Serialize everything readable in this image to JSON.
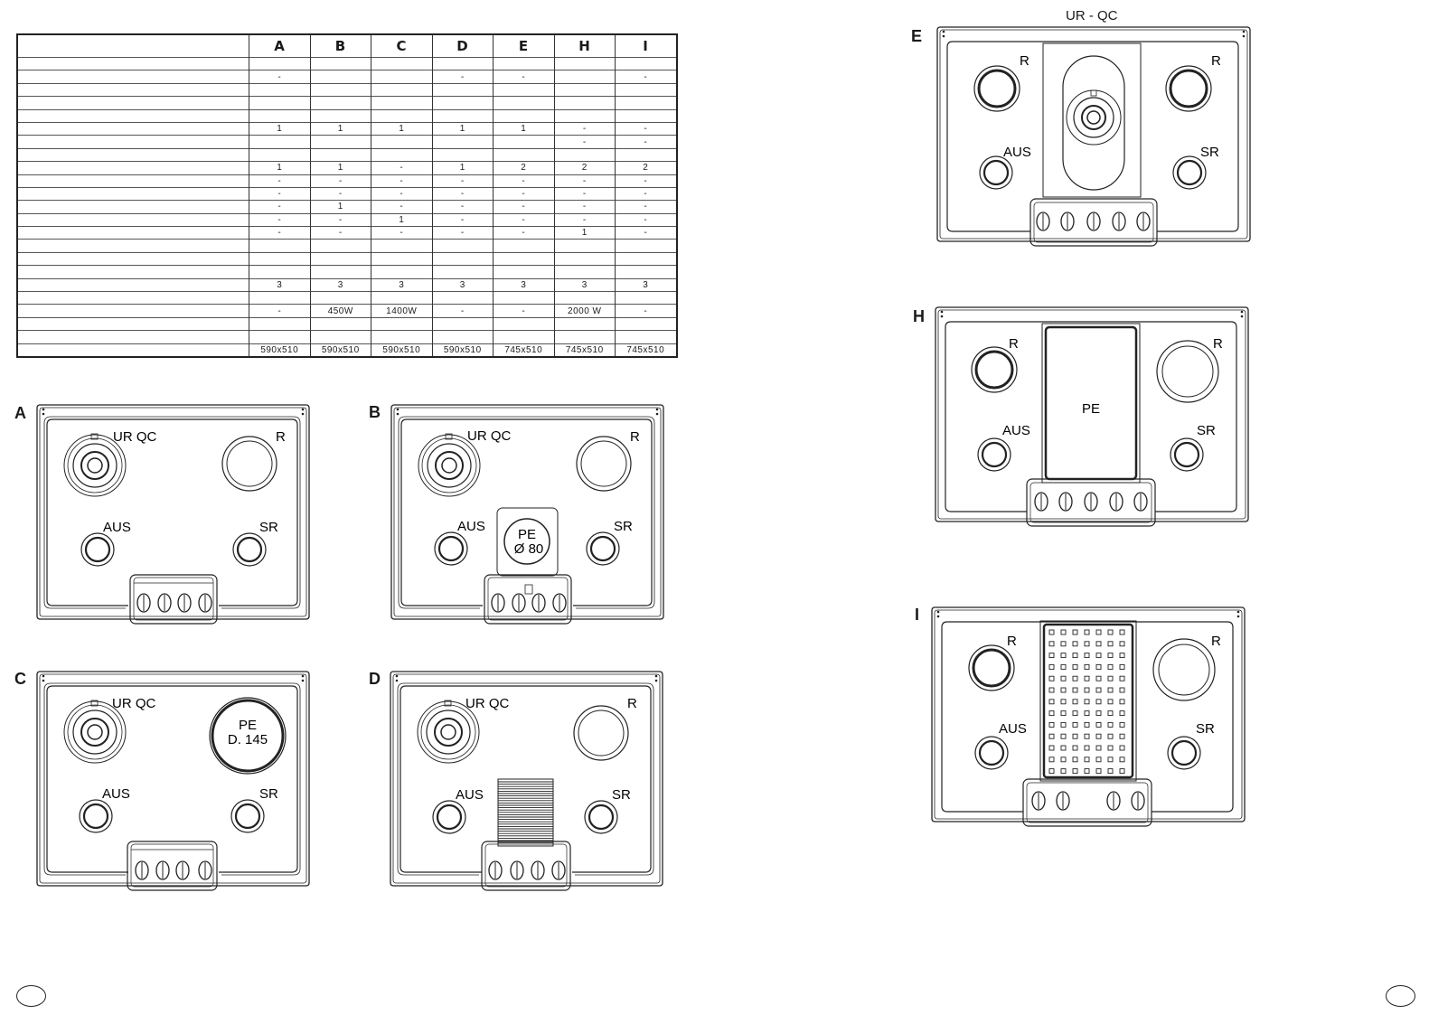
{
  "table": {
    "columns": [
      "A",
      "B",
      "C",
      "D",
      "E",
      "H",
      "I"
    ],
    "rows": [
      [
        "",
        "",
        "",
        "",
        "",
        "",
        ""
      ],
      [
        "-",
        "",
        "",
        "-",
        "-",
        "",
        "-"
      ],
      [
        "",
        "",
        "",
        "",
        "",
        "",
        ""
      ],
      [
        "",
        "",
        "",
        "",
        "",
        "",
        ""
      ],
      [
        "",
        "",
        "",
        "",
        "",
        "",
        ""
      ],
      [
        "1",
        "1",
        "1",
        "1",
        "1",
        "-",
        "-"
      ],
      [
        "",
        "",
        "",
        "",
        "",
        "-",
        "-"
      ],
      [
        "",
        "",
        "",
        "",
        "",
        "",
        ""
      ],
      [
        "1",
        "1",
        "-",
        "1",
        "2",
        "2",
        "2"
      ],
      [
        "-",
        "-",
        "-",
        "-",
        "-",
        "-",
        "-"
      ],
      [
        "-",
        "-",
        "-",
        "-",
        "-",
        "-",
        "-"
      ],
      [
        "-",
        "1",
        "-",
        "-",
        "-",
        "-",
        "-"
      ],
      [
        "-",
        "-",
        "1",
        "-",
        "-",
        "-",
        "-"
      ],
      [
        "-",
        "-",
        "-",
        "-",
        "-",
        "1",
        "-"
      ],
      [
        "",
        "",
        "",
        "",
        "",
        "",
        ""
      ],
      [
        "",
        "",
        "",
        "",
        "",
        "",
        ""
      ],
      [
        "",
        "",
        "",
        "",
        "",
        "",
        ""
      ],
      [
        "3",
        "3",
        "3",
        "3",
        "3",
        "3",
        "3"
      ],
      [
        "",
        "",
        "",
        "",
        "",
        "",
        ""
      ],
      [
        "-",
        "450W",
        "1400W",
        "-",
        "-",
        "2000 W",
        "-"
      ],
      [
        "",
        "",
        "",
        "",
        "",
        "",
        ""
      ],
      [
        "",
        "",
        "",
        "",
        "",
        "",
        ""
      ],
      [
        "590x510",
        "590x510",
        "590x510",
        "590x510",
        "745x510",
        "745x510",
        "745x510"
      ]
    ]
  },
  "hobs": {
    "A": {
      "letter": "A",
      "labels": {
        "ur": "UR QC",
        "r": "R",
        "aus": "AUS",
        "sr": "SR"
      }
    },
    "B": {
      "letter": "B",
      "labels": {
        "ur": "UR QC",
        "r": "R",
        "aus": "AUS",
        "sr": "SR",
        "pe1": "PE",
        "pe2": "Ø 80"
      }
    },
    "C": {
      "letter": "C",
      "labels": {
        "ur": "UR QC",
        "pe1": "PE",
        "pe2": "D. 145",
        "aus": "AUS",
        "sr": "SR"
      }
    },
    "D": {
      "letter": "D",
      "labels": {
        "ur": "UR QC",
        "r": "R",
        "aus": "AUS",
        "sr": "SR"
      }
    },
    "E": {
      "letter": "E",
      "caption": "UR - QC",
      "labels": {
        "r1": "R",
        "r2": "R",
        "aus": "AUS",
        "sr": "SR"
      }
    },
    "H": {
      "letter": "H",
      "labels": {
        "r1": "R",
        "r2": "R",
        "aus": "AUS",
        "sr": "SR",
        "pe": "PE"
      }
    },
    "I": {
      "letter": "I",
      "labels": {
        "r1": "R",
        "r2": "R",
        "aus": "AUS",
        "sr": "SR"
      }
    }
  }
}
